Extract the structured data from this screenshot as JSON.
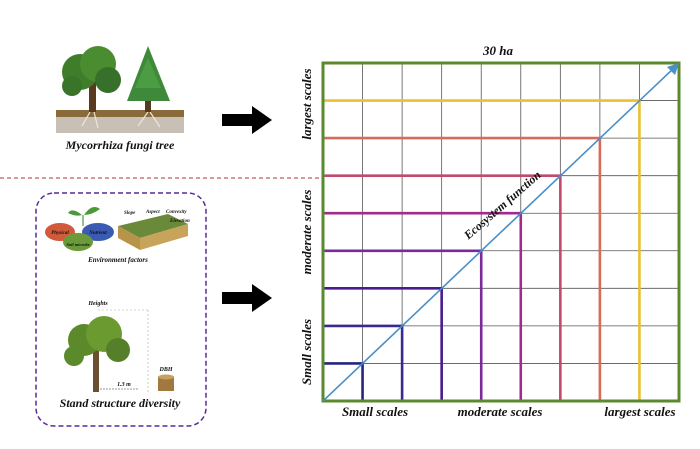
{
  "left_panel": {
    "top_caption": "Mycorrhiza fungi tree",
    "environment": {
      "caption": "Environment factors",
      "labels": [
        "Physical",
        "Nutrient",
        "Soil microbe",
        "Slope",
        "Aspect",
        "Convexity",
        "Elevation"
      ]
    },
    "stand": {
      "caption": "Stand structure diversity",
      "heights_label": "Heights",
      "distance_label": "1.3 m",
      "dbh_label": "DBH"
    }
  },
  "grid": {
    "title": "30 ha",
    "y_labels": [
      "largest scales",
      "moderate scales",
      "Small scales"
    ],
    "x_labels": [
      "Small scales",
      "moderate scales",
      "largest scales"
    ],
    "diagonal_label": "Ecosystem function",
    "cells": 9,
    "scale_levels": 8,
    "colors": {
      "frame": "#5b8a2e",
      "grid": "#555555",
      "diagonal": "#4a90c8",
      "arrow": "#000000",
      "separator": "#b0303a",
      "panel_border": "#5a2a9a",
      "scale_lines": [
        "#262680",
        "#3a2a90",
        "#4a1a8e",
        "#7a2a9a",
        "#a02a8e",
        "#c04a6a",
        "#d86a5a",
        "#e8c030"
      ]
    }
  }
}
